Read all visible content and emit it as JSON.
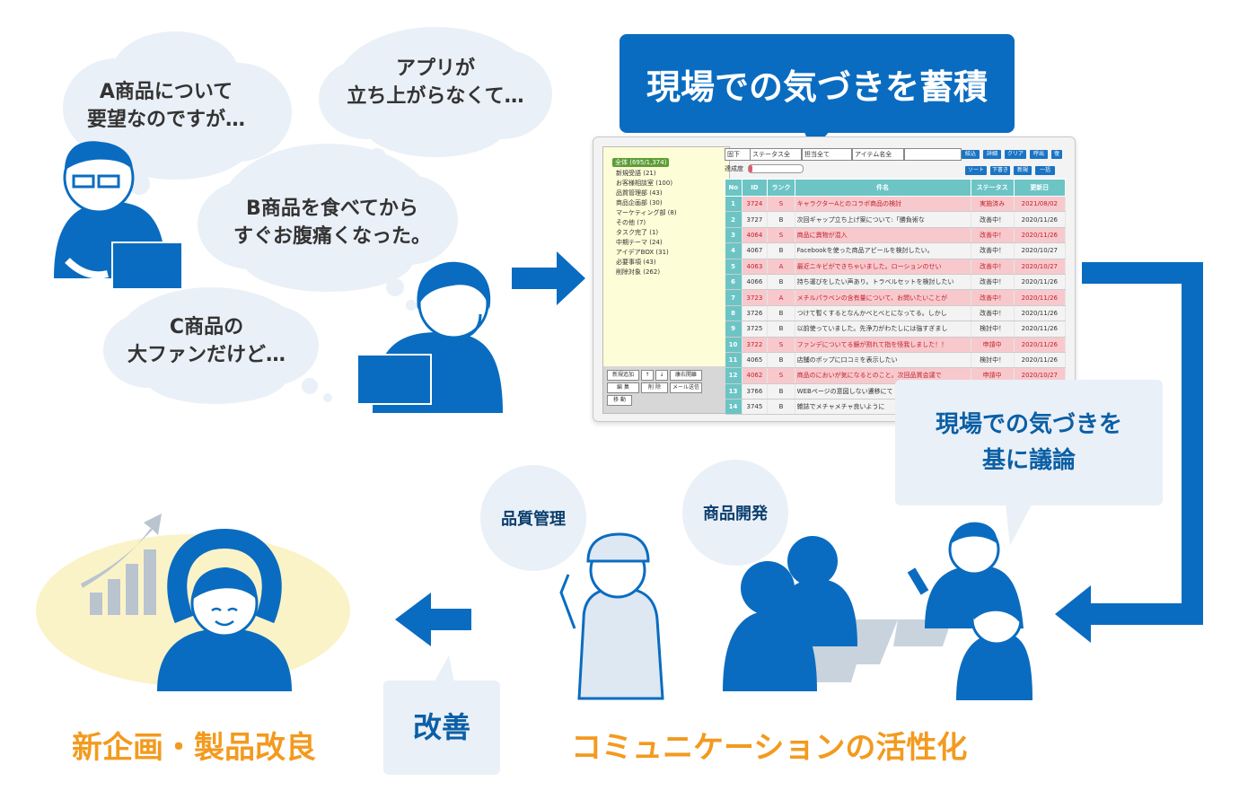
{
  "bubbles": {
    "a": "A商品について\n要望なのですが…",
    "app": "アプリが\n立ち上がらなくて…",
    "b": "B商品を食べてから\nすぐお腹痛くなった。",
    "c": "C商品の\n大ファンだけど…"
  },
  "title_box": "現場での気づきを蓄積",
  "discussion_box": "現場での気づきを\n基に議論",
  "improve_box": "改善",
  "dept_quality": "品質管理",
  "dept_product": "商品開発",
  "label_left": "新企画・製品改良",
  "label_center": "コミュニケーションの活性化",
  "app": {
    "tree_root": "全体 (695/1,374)",
    "tree_items": [
      "新規受語 (21)",
      "お客様相談室 (100)",
      "品質管理部 (43)",
      "商品企画部 (30)",
      "マーケティング部 (8)",
      "その他 (7)",
      "タスク完了 (1)",
      "中期テーマ (24)",
      "アイデアBOX (31)",
      "必要事項 (43)",
      "削除対象 (262)"
    ],
    "tree_buttons": [
      "新規追加",
      "↑",
      "↓",
      "康右開離",
      "編 集",
      "削 除",
      "メール送信",
      "移 動"
    ],
    "selects": [
      "固下",
      "ステータス全",
      "担当全て",
      "アイテム名全"
    ],
    "buttons_row1": [
      "絞込",
      "詳細",
      "クリア",
      "呼出",
      "復"
    ],
    "progress_label": "達成度",
    "buttons_row2": [
      "ソート",
      "下書き",
      "新規",
      "一括"
    ],
    "columns": [
      "No",
      "ID",
      "ランク",
      "件名",
      "ステータス",
      "更新日"
    ],
    "rows": [
      {
        "no": "1",
        "id": "3724",
        "rank": "S",
        "name": "キャラクターAとのコラボ商品の検討",
        "status": "実施済み",
        "date": "2021/08/02",
        "hl": true
      },
      {
        "no": "2",
        "id": "3727",
        "rank": "B",
        "name": "次回ギャップ立ち上げ案について:「勝負術な",
        "status": "改善中！",
        "date": "2020/11/26",
        "hl": false
      },
      {
        "no": "3",
        "id": "4064",
        "rank": "S",
        "name": "商品に異物が混入",
        "status": "改善中！",
        "date": "2020/11/26",
        "hl": true
      },
      {
        "no": "4",
        "id": "4067",
        "rank": "B",
        "name": "Facebookを使った商品アピールを検討したい。",
        "status": "改善中！",
        "date": "2020/10/27",
        "hl": false
      },
      {
        "no": "5",
        "id": "4063",
        "rank": "A",
        "name": "最近ニキビができちゃいました。ローションのせい",
        "status": "改善中！",
        "date": "2020/10/27",
        "hl": true
      },
      {
        "no": "6",
        "id": "4066",
        "rank": "B",
        "name": "持ち運びをしたい声あり。トラベルセットを検討したい",
        "status": "改善中！",
        "date": "2020/11/26",
        "hl": false
      },
      {
        "no": "7",
        "id": "3723",
        "rank": "A",
        "name": "メチルパラベンの含有量について、お問いたいことが",
        "status": "改善中！",
        "date": "2020/11/26",
        "hl": true
      },
      {
        "no": "8",
        "id": "3726",
        "rank": "B",
        "name": "つけて暫くするとなんかべとべとになってる。しかし",
        "status": "改善中！",
        "date": "2020/11/26",
        "hl": false
      },
      {
        "no": "9",
        "id": "3725",
        "rank": "B",
        "name": "以前使っていました。先浄力がわたしには強すぎまし",
        "status": "検討中！",
        "date": "2020/11/26",
        "hl": false
      },
      {
        "no": "10",
        "id": "3722",
        "rank": "S",
        "name": "ファンデについてる鏡が割れて指を怪我しました！！",
        "status": "申請中",
        "date": "2020/11/26",
        "hl": true
      },
      {
        "no": "11",
        "id": "4065",
        "rank": "B",
        "name": "店舗のポップに口コミを表示したい",
        "status": "検討中！",
        "date": "2020/11/26",
        "hl": false
      },
      {
        "no": "12",
        "id": "4062",
        "rank": "S",
        "name": "商品のにおいが気になるとのこと。次回品質会議で",
        "status": "申請中",
        "date": "2020/10/27",
        "hl": true
      },
      {
        "no": "13",
        "id": "3766",
        "rank": "B",
        "name": "WEBページの意図しない遷移にて",
        "status": "",
        "date": "",
        "hl": false
      },
      {
        "no": "14",
        "id": "3745",
        "rank": "B",
        "name": "雑誌でメチャメチャ良いように",
        "status": "",
        "date": "",
        "hl": false
      }
    ]
  },
  "colors": {
    "blue": "#0a6cc0",
    "orange": "#f39a1e",
    "box": "#eaf0f7",
    "teal": "#6cc4c5"
  }
}
